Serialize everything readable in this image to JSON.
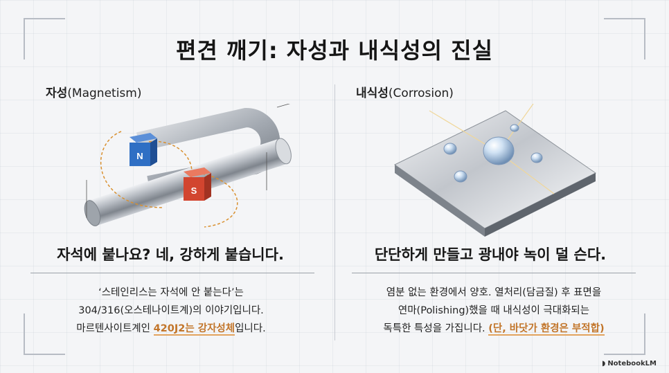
{
  "title": "편견 깨기: 자성과 내식성의 진실",
  "left": {
    "label_ko": "자성",
    "label_en": "(Magnetism)",
    "headline": "자석에 붙나요? 네, 강하게 붙습니다.",
    "desc_line1": "‘스테인리스는 자석에 안 붙는다’는",
    "desc_line2": "304/316(오스테나이트계)의 이야기입니다.",
    "desc_line3_pre": "마르텐사이트계인 ",
    "desc_line3_hl": "420J2는 강자성체",
    "desc_line3_post": "입니다."
  },
  "right": {
    "label_ko": "내식성",
    "label_en": "(Corrosion)",
    "headline": "단단하게 만들고 광내야 녹이 덜 슨다.",
    "desc_line1": "염분 없는 환경에서 양호. 열처리(담금질) 후 표면을",
    "desc_line2": "연마(Polishing)했을 때 내식성이 극대화되는",
    "desc_line3_pre": "독특한 특성을 가집니다. ",
    "desc_line3_hl": "(단, 바닷가 환경은 부적합)"
  },
  "magnet": {
    "n_label": "N",
    "s_label": "S"
  },
  "brand": {
    "icon": "notebooklm-logo-icon",
    "name": "NotebookLM"
  },
  "colors": {
    "accent": "#c2752a",
    "magnet_blue": "#2f6fc4",
    "magnet_red": "#d2452f"
  }
}
